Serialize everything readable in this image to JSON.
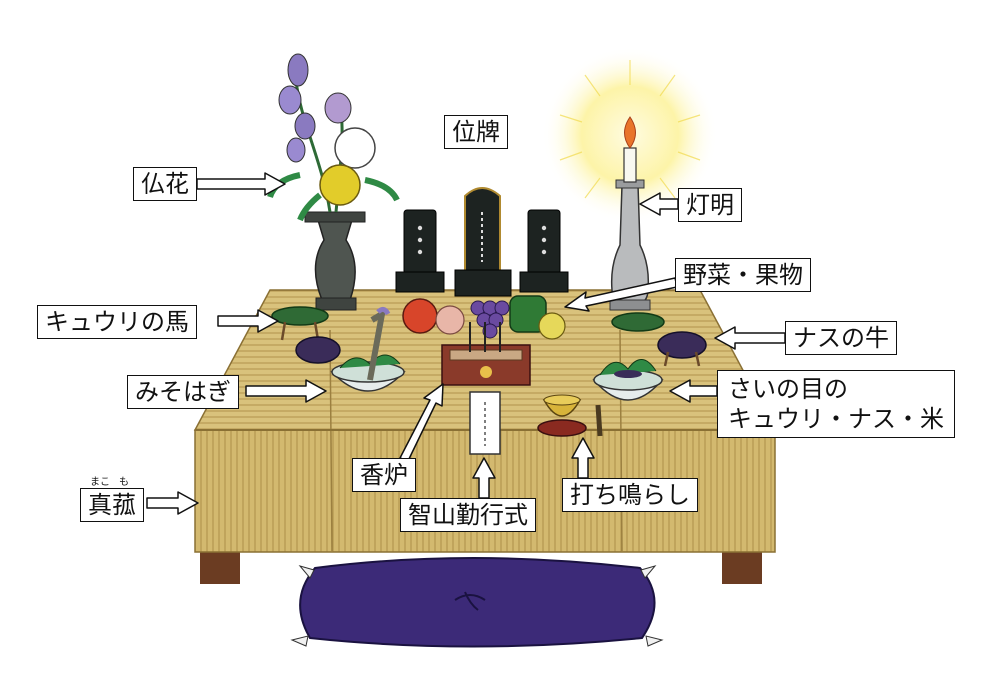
{
  "labels": {
    "ihai": "位牌",
    "butsuka": "仏花",
    "toumyou": "灯明",
    "yasai": "野菜・果物",
    "kyuri_uma": "キュウリの馬",
    "nasu_ushi": "ナスの牛",
    "misohagi": "みそはぎ",
    "sainome_1": "さいの目の",
    "sainome_2": "キュウリ・ナス・米",
    "kouro": "香炉",
    "chisan": "智山勤行式",
    "uchinarashi": "打ち鳴らし",
    "makomo": "真菰",
    "makomo_ruby_1": "まこ",
    "makomo_ruby_2": "も"
  },
  "colors": {
    "mat": "#d9c27c",
    "mat_line": "#b0944c",
    "table_leg": "#6b3c22",
    "cushion": "#3c2a78",
    "ihai": "#1d2321",
    "vase": "#4f5550",
    "candle_glow": "#f6e36a",
    "flame": "#e9742a",
    "incense_box": "#8a3a2a",
    "eggplant": "#3a2c59",
    "leaf": "#2f8a45",
    "cucumber": "#2f6a35",
    "flower_purple": "#8a7ac0"
  }
}
